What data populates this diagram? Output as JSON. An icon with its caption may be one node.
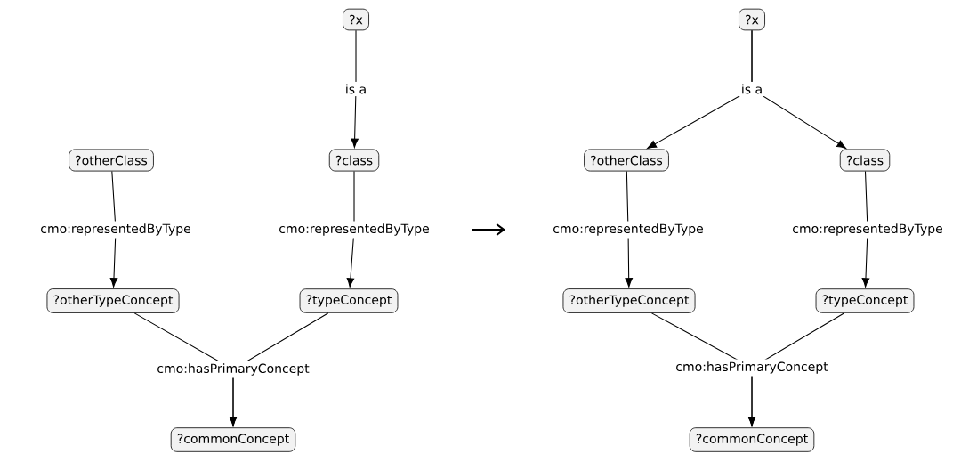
{
  "diagram": {
    "nodes": [
      {
        "text": [
          "?x"
        ]
      },
      {
        "text": [
          "?otherClass"
        ]
      },
      {
        "text": [
          "?class"
        ]
      },
      {
        "text": [
          "?otherTypeConcept"
        ]
      },
      {
        "text": [
          "?typeConcept"
        ]
      },
      {
        "text": [
          "?commonConcept"
        ]
      },
      {
        "text": [
          "?x"
        ]
      },
      {
        "text": [
          "?otherClass"
        ]
      },
      {
        "text": [
          "?class"
        ]
      },
      {
        "text": [
          "?otherTypeConcept"
        ]
      },
      {
        "text": [
          "?typeConcept"
        ]
      },
      {
        "text": [
          "?commonConcept"
        ]
      }
    ],
    "edges": [
      {
        "from": 0,
        "to": 2,
        "arrow": "to",
        "label": "is a"
      },
      {
        "from": 1,
        "to": 3,
        "arrow": "to",
        "label": "cmo:representedByType"
      },
      {
        "from": 2,
        "to": 4,
        "arrow": "to",
        "label": "cmo:representedByType"
      },
      {
        "from": 3,
        "to": 5,
        "arrow": "to",
        "label": "cmo:hasPrimaryConcept"
      },
      {
        "from": 4,
        "to": 5,
        "arrow": "to"
      },
      {
        "from": 6,
        "to": 7,
        "arrow": "to",
        "label": "is a"
      },
      {
        "from": 6,
        "to": 8,
        "arrow": "to"
      },
      {
        "from": 7,
        "to": 9,
        "arrow": "to",
        "label": "cmo:representedByType"
      },
      {
        "from": 8,
        "to": 10,
        "arrow": "to",
        "label": "cmo:representedByType"
      },
      {
        "from": 9,
        "to": 11,
        "arrow": "to",
        "label": "cmo:hasPrimaryConcept"
      },
      {
        "from": 10,
        "to": 11,
        "arrow": "to"
      }
    ]
  }
}
